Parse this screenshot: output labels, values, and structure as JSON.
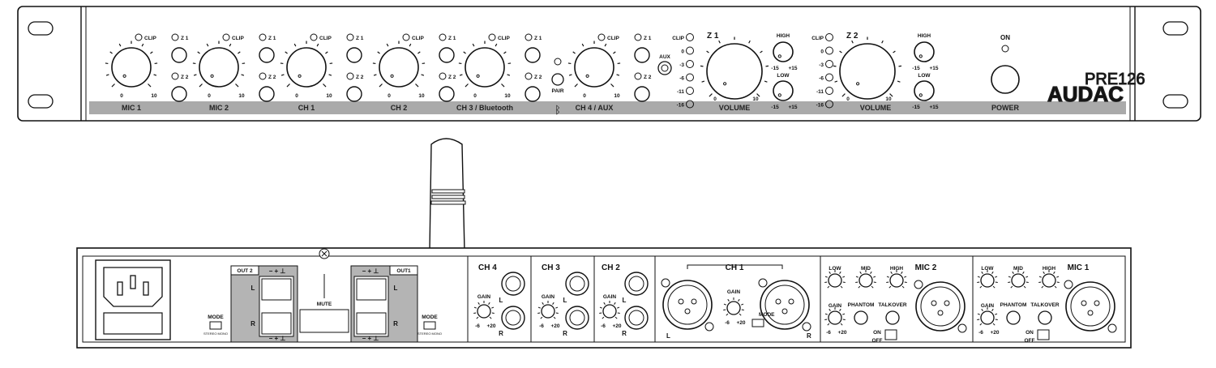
{
  "front": {
    "mic1": "MIC 1",
    "mic2": "MIC 2",
    "ch1": "CH 1",
    "ch2": "CH 2",
    "ch3": "CH 3 / Bluetooth",
    "ch4": "CH 4 / AUX",
    "clip": "CLIP",
    "z1": "Z 1",
    "z2": "Z 2",
    "min": "0",
    "max": "10",
    "aux": "AUX",
    "pair": "PAIR",
    "meter_marks": [
      "0",
      "-3",
      "-6",
      "-11",
      "-16"
    ],
    "high": "HIGH",
    "low": "LOW",
    "eq_min": "-15",
    "eq_max": "+15",
    "volume": "VOLUME",
    "on": "ON",
    "power": "POWER",
    "model": "PRE126",
    "brand": "AUDAC"
  },
  "rear": {
    "out2": "OUT 2",
    "out1": "OUT1",
    "polarity": "− + ⊥",
    "l": "L",
    "r": "R",
    "mode": "MODE",
    "mode_opts": "STEREO MONO",
    "mute": "MUTE",
    "ch4": "CH 4",
    "ch3": "CH 3",
    "ch2": "CH 2",
    "ch1": "CH 1",
    "mic2": "MIC 2",
    "mic1": "MIC 1",
    "gain": "GAIN",
    "gain_min": "-6",
    "gain_max": "+20",
    "low": "LOW",
    "mid": "MID",
    "high": "HIGH",
    "phantom": "PHANTOM",
    "talkover": "TALKOVER",
    "on": "ON",
    "off": "OFF"
  }
}
